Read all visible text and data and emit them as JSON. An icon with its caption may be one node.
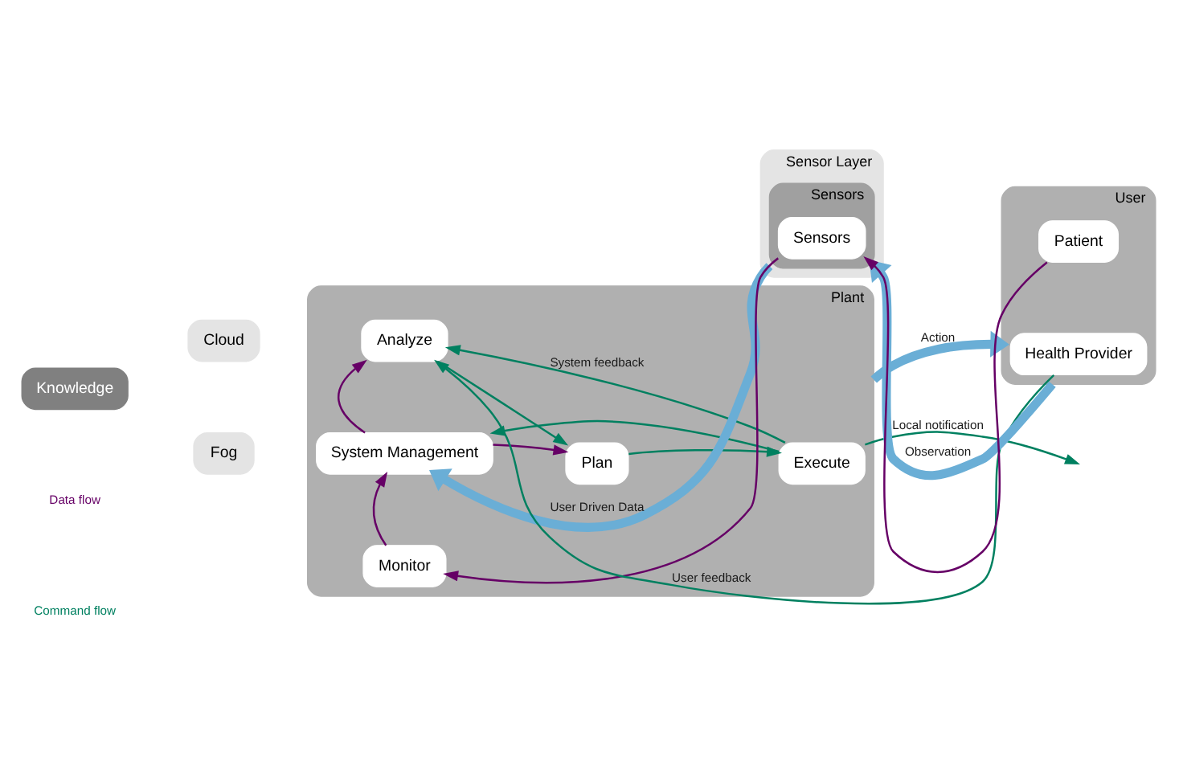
{
  "diagram": {
    "nodes": [
      {
        "text": [
          "Knowledge"
        ]
      },
      {
        "text": [
          "Cloud"
        ]
      },
      {
        "text": [
          "Fog"
        ]
      },
      {
        "text": [
          "Sensor Layer"
        ]
      },
      {
        "text": [
          "Plant"
        ]
      },
      {
        "text": [
          "Analyze"
        ],
        "in": 4
      },
      {
        "text": [
          "System Management"
        ],
        "in": 4
      },
      {
        "text": [
          "Plan"
        ],
        "in": 4
      },
      {
        "text": [
          "Execute"
        ],
        "in": 4
      },
      {
        "text": [
          "Sensors"
        ],
        "in": 3
      },
      {
        "text": [
          "Monitor"
        ],
        "in": 4
      },
      {
        "text": [
          "Sensors"
        ],
        "in": 9
      },
      {
        "text": [
          "User"
        ]
      },
      {
        "text": [
          "Health Provider"
        ],
        "in": 12
      },
      {
        "text": [
          "Patient"
        ],
        "in": 12
      }
    ],
    "edges": [
      {
        "from": 13,
        "to": 5,
        "arrow": "to",
        "label": "User feedback"
      },
      {
        "from": 8,
        "to": 5,
        "arrow": "to",
        "label": "System feedback"
      },
      {
        "from": 5,
        "to": 7,
        "arrow": "to"
      },
      {
        "from": 6,
        "to": 5,
        "arrow": "to",
        "color": "#660066"
      },
      {
        "from": 6,
        "to": 7,
        "arrow": "to",
        "color": "#660066"
      },
      {
        "from": 7,
        "to": 8,
        "arrow": "to"
      },
      {
        "from": 8,
        "to": null,
        "arrow": "to",
        "label": "Local notification"
      },
      {
        "from": 8,
        "to": 6,
        "arrow": "to"
      },
      {
        "from": 4,
        "to": 12,
        "arrow": "to",
        "label": "Action",
        "style": "thick",
        "color": "#6aaed6"
      },
      {
        "from": 12,
        "to": 9,
        "arrow": "to",
        "label": "Observation",
        "style": "thick",
        "color": "#6aaed6"
      },
      {
        "from": 9,
        "to": 6,
        "arrow": "to",
        "label": "User Driven Data",
        "style": "thick",
        "color": "#6aaed6"
      },
      {
        "from": 10,
        "to": 6,
        "arrow": "to",
        "color": "#660066"
      },
      {
        "from": 11,
        "to": 10,
        "arrow": "to",
        "color": "#660066"
      },
      {
        "from": 14,
        "to": 11,
        "arrow": "to",
        "color": "#660066"
      }
    ],
    "legend": [
      {
        "text": "Data flow"
      },
      {
        "text": "Command flow"
      }
    ]
  }
}
